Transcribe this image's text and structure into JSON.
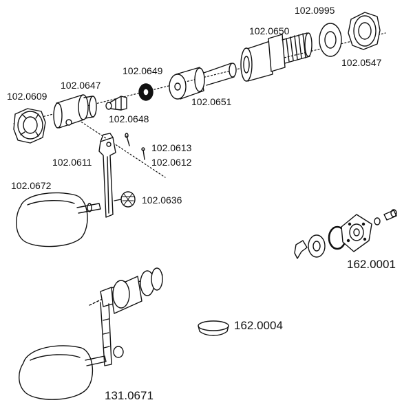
{
  "parts": [
    {
      "id": "p-0995",
      "number": "102.0995"
    },
    {
      "id": "p-0650",
      "number": "102.0650"
    },
    {
      "id": "p-0547",
      "number": "102.0547"
    },
    {
      "id": "p-0649",
      "number": "102.0649"
    },
    {
      "id": "p-0647",
      "number": "102.0647"
    },
    {
      "id": "p-0609",
      "number": "102.0609"
    },
    {
      "id": "p-0651",
      "number": "102.0651"
    },
    {
      "id": "p-0648",
      "number": "102.0648"
    },
    {
      "id": "p-0613",
      "number": "102.0613"
    },
    {
      "id": "p-0612",
      "number": "102.0612"
    },
    {
      "id": "p-0611",
      "number": "102.0611"
    },
    {
      "id": "p-0672",
      "number": "102.0672"
    },
    {
      "id": "p-0636",
      "number": "102.0636"
    },
    {
      "id": "kit-0001",
      "number": "162.0001"
    },
    {
      "id": "kit-0004",
      "number": "162.0004"
    },
    {
      "id": "asm-0671",
      "number": "131.0671"
    }
  ]
}
